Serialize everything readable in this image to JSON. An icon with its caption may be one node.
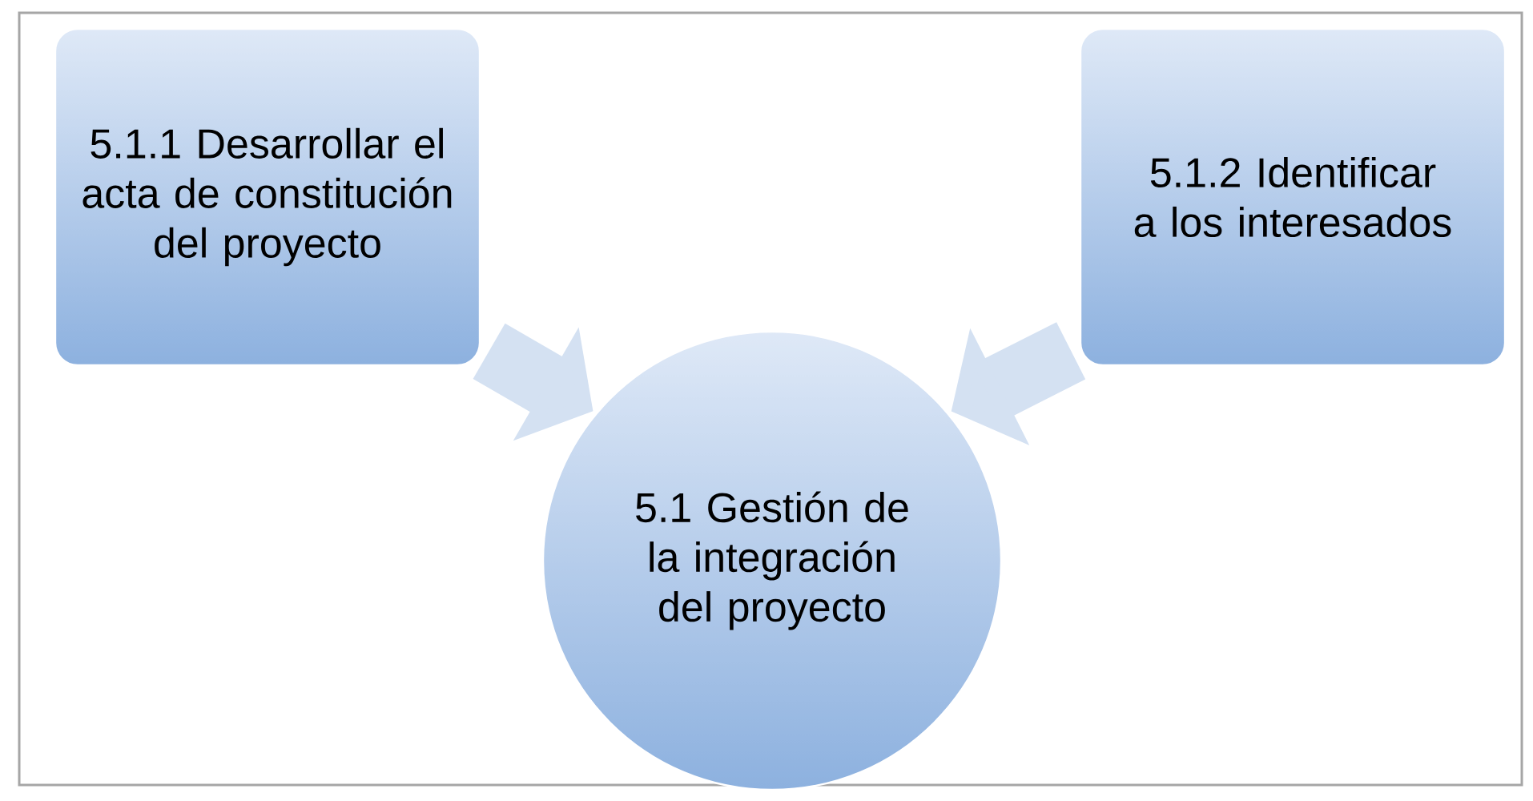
{
  "diagram": {
    "nodes": [
      {
        "text": [
          "5.1.1 Desarrollar el acta de constitución del proyecto"
        ]
      },
      {
        "text": [
          "5.1.2 Identificar a los interesados"
        ]
      },
      {
        "text": [
          "5.1 Gestión de la integración del proyecto"
        ]
      }
    ],
    "edges": [
      {
        "from": 0,
        "to": 2,
        "arrow": "to"
      },
      {
        "from": 1,
        "to": 2,
        "arrow": "to"
      }
    ]
  }
}
